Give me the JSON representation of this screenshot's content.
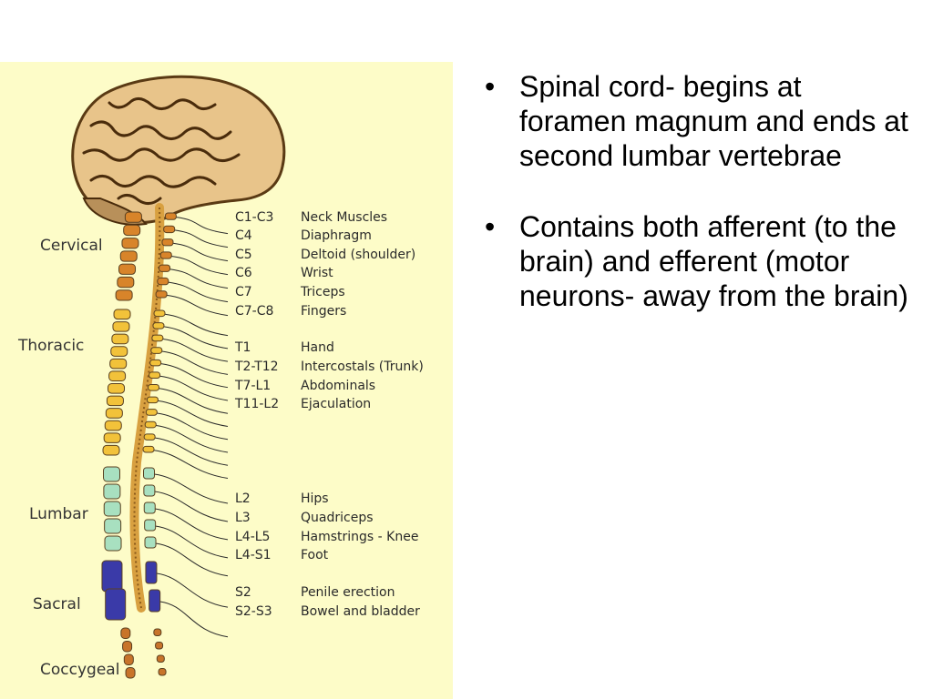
{
  "figure": {
    "background": "#fdfcc8",
    "regions": [
      {
        "label": "Cervical",
        "color": "#d8842a"
      },
      {
        "label": "Thoracic",
        "color": "#f2c23a"
      },
      {
        "label": "Lumbar",
        "color": "#a8e0c0"
      },
      {
        "label": "Sacral",
        "color": "#3a3aa8"
      },
      {
        "label": "Coccygeal",
        "color": "#c8742a"
      }
    ],
    "segments": [
      {
        "code": "C1-C3",
        "function": "Neck Muscles"
      },
      {
        "code": "C4",
        "function": "Diaphragm"
      },
      {
        "code": "C5",
        "function": "Deltoid (shoulder)"
      },
      {
        "code": "C6",
        "function": "Wrist"
      },
      {
        "code": "C7",
        "function": "Triceps"
      },
      {
        "code": "C7-C8",
        "function": "Fingers"
      },
      {
        "code": "T1",
        "function": "Hand"
      },
      {
        "code": "T2-T12",
        "function": "Intercostals (Trunk)"
      },
      {
        "code": "T7-L1",
        "function": "Abdominals"
      },
      {
        "code": "T11-L2",
        "function": "Ejaculation"
      },
      {
        "code": "L2",
        "function": "Hips"
      },
      {
        "code": "L3",
        "function": "Quadriceps"
      },
      {
        "code": "L4-L5",
        "function": "Hamstrings - Knee"
      },
      {
        "code": "L4-S1",
        "function": "Foot"
      },
      {
        "code": "S2",
        "function": "Penile erection"
      },
      {
        "code": "S2-S3",
        "function": "Bowel and bladder"
      }
    ]
  },
  "bullets": [
    "Spinal cord- begins at foramen magnum and ends at second lumbar vertebrae",
    "Contains both afferent (to the brain) and efferent (motor neurons- away from the brain)"
  ]
}
